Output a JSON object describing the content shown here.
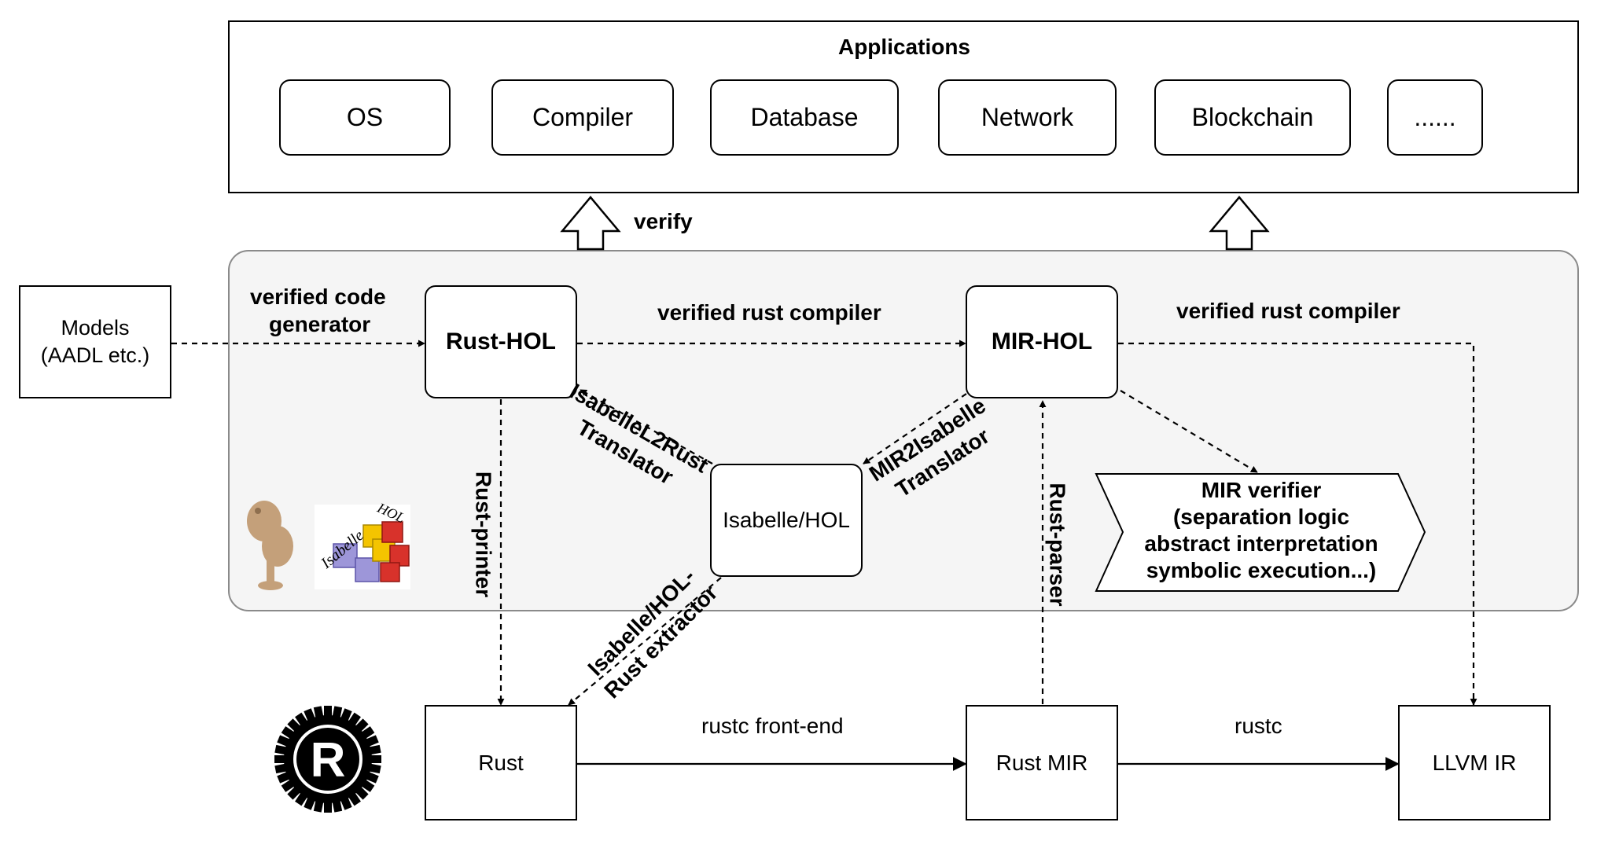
{
  "applications": {
    "title": "Applications",
    "items": [
      "OS",
      "Compiler",
      "Database",
      "Network",
      "Blockchain",
      "......"
    ]
  },
  "verify_label": "verify",
  "models": {
    "line1": "Models",
    "line2": "(AADL etc.)"
  },
  "verified_code_generator": {
    "line1": "verified code",
    "line2": "generator"
  },
  "nodes": {
    "rust_hol": "Rust-HOL",
    "mir_hol": "MIR-HOL",
    "isabelle_hol": "Isabelle/HOL",
    "rust": "Rust",
    "rust_mir": "Rust MIR",
    "llvm_ir": "LLVM IR"
  },
  "edges": {
    "verified_rust_compiler_1": "verified rust compiler",
    "verified_rust_compiler_2": "verified rust compiler",
    "isabellel2rust": {
      "line1": "IsabelleL2Rust",
      "line2": "Translator"
    },
    "mir2isabelle": {
      "line1": "MIR2Isabelle",
      "line2": "Translator"
    },
    "rust_printer": "Rust-printer",
    "rust_parser": "Rust-parser",
    "hol_rust_extractor": {
      "line1": "Isabelle/HOL-",
      "line2": "Rust extractor"
    },
    "rustc_front_end": "rustc front-end",
    "rustc": "rustc"
  },
  "mir_verifier": {
    "line1": "MIR verifier",
    "line2": "(separation logic",
    "line3": "abstract interpretation",
    "line4": "symbolic execution...)"
  },
  "logos": {
    "isabelle_logo_text": "Isabelle",
    "hol_logo_text": "HOL",
    "rust_logo_letter": "R"
  }
}
